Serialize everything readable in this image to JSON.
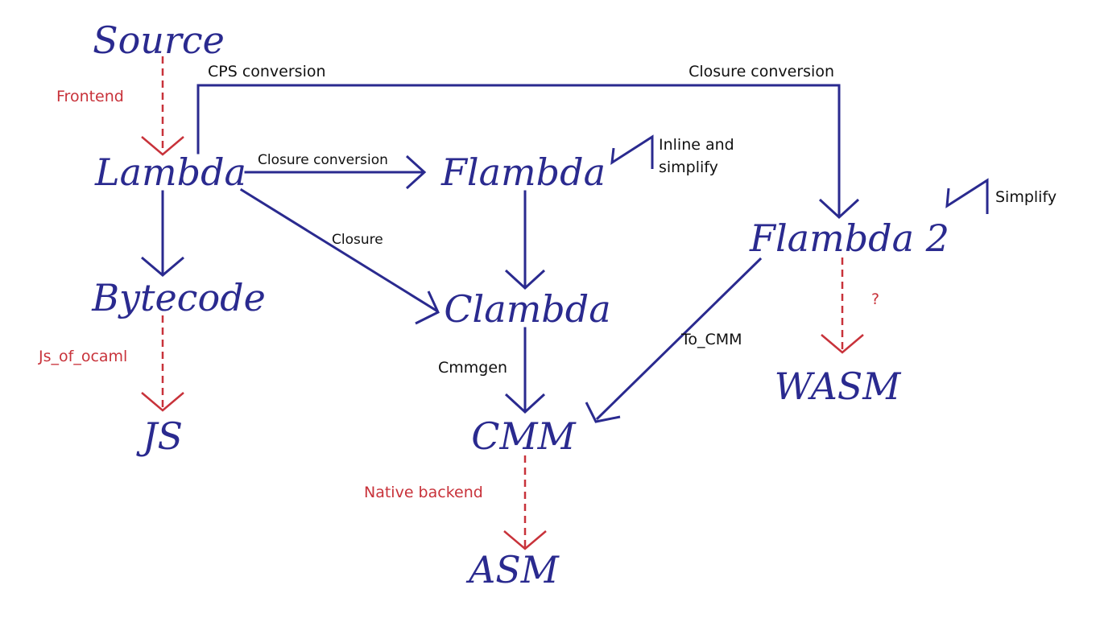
{
  "nodes": {
    "source": "Source",
    "lambda": "Lambda",
    "flambda": "Flambda",
    "flambda2": "Flambda 2",
    "bytecode": "Bytecode",
    "clambda": "Clambda",
    "js": "JS",
    "cmm": "CMM",
    "wasm": "WASM",
    "asm": "ASM"
  },
  "edge_labels": {
    "frontend": "Frontend",
    "cps_conversion": "CPS conversion",
    "closure_conversion_top": "Closure conversion",
    "closure_conversion_mid": "Closure conversion",
    "inline_and": "Inline and",
    "simplify_line": "simplify",
    "simplify": "Simplify",
    "closure": "Closure",
    "question": "?",
    "js_of_ocaml": "Js_of_ocaml",
    "cmmgen": "Cmmgen",
    "to_cmm": "To_CMM",
    "native_backend": "Native backend"
  },
  "colors": {
    "node": "#2a2a8f",
    "edge_solid": "#2a2a8f",
    "edge_dashed": "#c8323a",
    "label_black": "#111111",
    "label_red": "#c8323a"
  }
}
